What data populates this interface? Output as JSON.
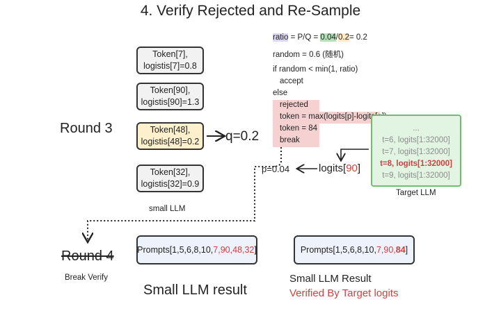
{
  "title": "4. Verify Rejected and Re-Sample",
  "small_llm": {
    "label": "small LLM",
    "round_label": "Round 3",
    "tokens": [
      {
        "line1": "Token[7],",
        "line2": "logistis[7]=0.8",
        "highlighted": false
      },
      {
        "line1": "Token[90],",
        "line2": "logistis[90]=1.3",
        "highlighted": false
      },
      {
        "line1": "Token[48],",
        "line2": "logistis[48]=0.2",
        "highlighted": true
      },
      {
        "line1": "Token[32],",
        "line2": "logistis[32]=0.9",
        "highlighted": false
      }
    ],
    "q_label": "q=0.2"
  },
  "code": {
    "ratio_var": "ratio",
    "ratio_eq": " = P/Q = ",
    "ratio_num": "0.04",
    "ratio_slash": "/",
    "ratio_den": "0.2",
    "ratio_result": "= 0.2",
    "random_line": "random = 0.6 (随机)",
    "if_line": "if random < min(1, ratio)",
    "accept_line": "accept",
    "else_line": "else",
    "rejected_line": "rejected",
    "token_max_line": "token = max(logits[p]-logits[q])",
    "token_84_line": "token = 84",
    "break_line": "break"
  },
  "target_llm": {
    "label": "Target LLM",
    "rows": [
      {
        "text": "...",
        "highlight": false
      },
      {
        "text": "t=6, logits[1:32000]",
        "highlight": false
      },
      {
        "text": "t=7, logits[1:32000]",
        "highlight": false
      },
      {
        "text": "t=8, logits[1:32000]",
        "highlight": true
      },
      {
        "text": "t=9, logits[1:32000]",
        "highlight": false
      }
    ]
  },
  "logits_label": {
    "prefix": "logits[",
    "index": "90",
    "suffix": "]"
  },
  "p_label": "p=0.04",
  "round4": {
    "label": "Round 4",
    "sub": "Break Verify"
  },
  "prompt_small": {
    "prefix": "Prompts[1,5,6,8,10,",
    "red": "7,90,48,32",
    "suffix": "]"
  },
  "prompt_target": {
    "prefix": "Prompts[1,5,6,8,10,",
    "red1": "7,90,",
    "red2": "84",
    "suffix": "]"
  },
  "small_result_label": "Small LLM  result",
  "target_result": {
    "line1": "Small LLM  Result",
    "line2": "Verified By Target logits"
  },
  "colors": {
    "accent_red": "#d04040",
    "target_green": "#6cbf6c",
    "highlight_yellow": "#fde9c4",
    "highlight_pink": "#f6d1d1"
  }
}
